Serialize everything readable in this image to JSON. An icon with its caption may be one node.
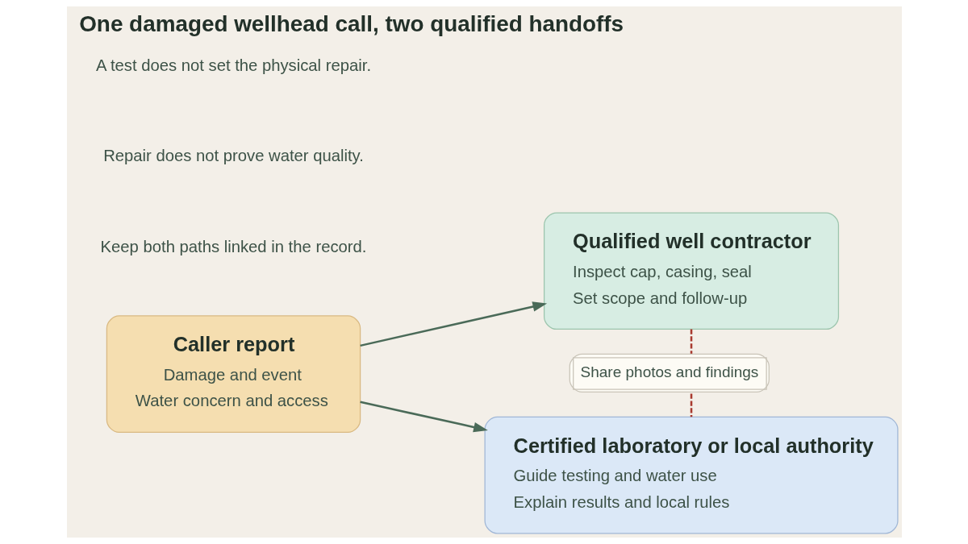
{
  "diagram": {
    "title": "One damaged wellhead call, two qualified handoffs",
    "nodes": [
      {
        "text": [
          "Caller report",
          "Damage and event",
          "Water concern and access"
        ]
      },
      {
        "text": [
          "Qualified well contractor",
          "Inspect cap, casing, seal",
          "Set scope and follow-up"
        ]
      },
      {
        "text": [
          "Certified laboratory or local authority",
          "Guide testing and water use",
          "Explain results and local rules"
        ]
      }
    ],
    "edges": [
      {
        "from": 0,
        "to": 1,
        "arrow": "to"
      },
      {
        "from": 0,
        "to": 2,
        "arrow": "to"
      },
      {
        "from": 1,
        "to": 2,
        "arrow": "none",
        "label": "Share photos and findings",
        "style": "dashed",
        "color": "#a8392e"
      }
    ],
    "labels": [
      "Keep both paths linked in the record.",
      "Repair does not prove water quality.",
      "A test does not set the physical repair."
    ]
  }
}
